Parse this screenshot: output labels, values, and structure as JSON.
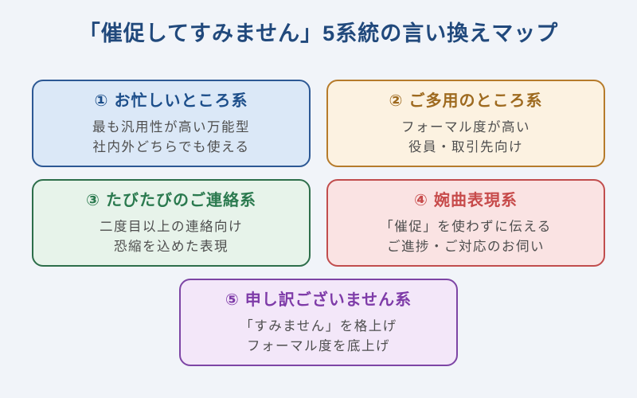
{
  "page": {
    "title": "「催促してすみません」5系統の言い換えマップ",
    "background": "#f1f4f9",
    "title_color": "#21497c",
    "body_text_color": "#4e4e4e"
  },
  "cards": [
    {
      "number": "①",
      "title": "お忙しいところ系",
      "lines": [
        "最も汎用性が高い万能型",
        "社内外どちらでも使える"
      ],
      "colors": {
        "bg": "#dbe8f7",
        "border": "#2c5894",
        "heading": "#1c4e8a"
      }
    },
    {
      "number": "②",
      "title": "ご多用のところ系",
      "lines": [
        "フォーマル度が高い",
        "役員・取引先向け"
      ],
      "colors": {
        "bg": "#fcf2e1",
        "border": "#b67b2b",
        "heading": "#9e6a1f"
      }
    },
    {
      "number": "③",
      "title": "たびたびのご連絡系",
      "lines": [
        "二度目以上の連絡向け",
        "恐縮を込めた表現"
      ],
      "colors": {
        "bg": "#e7f3ea",
        "border": "#2d6e4a",
        "heading": "#2b7a4f"
      }
    },
    {
      "number": "④",
      "title": "婉曲表現系",
      "lines": [
        "「催促」を使わずに伝える",
        "ご進捗・ご対応のお伺い"
      ],
      "colors": {
        "bg": "#fae3e3",
        "border": "#c14d4d",
        "heading": "#c74b4b"
      }
    },
    {
      "number": "⑤",
      "title": "申し訳ございません系",
      "lines": [
        "「すみません」を格上げ",
        "フォーマル度を底上げ"
      ],
      "colors": {
        "bg": "#f3e7f9",
        "border": "#7d45a5",
        "heading": "#7e3ba8"
      }
    }
  ]
}
